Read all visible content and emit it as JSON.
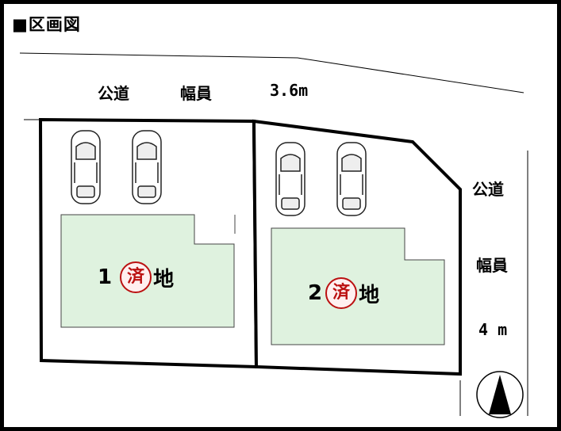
{
  "title": "■区画図",
  "road_top": {
    "name": "公道",
    "width_label": "幅員",
    "width_value": "3.6m"
  },
  "road_right": {
    "name": "公道",
    "width_label": "幅員",
    "width_value": "4 m"
  },
  "lots": [
    {
      "number": "1",
      "status": "済",
      "suffix": "地"
    },
    {
      "number": "2",
      "status": "済",
      "suffix": "地"
    }
  ],
  "colors": {
    "building": "#dff2df",
    "seal": "#b11111"
  },
  "compass_icon": "north-arrow-icon"
}
